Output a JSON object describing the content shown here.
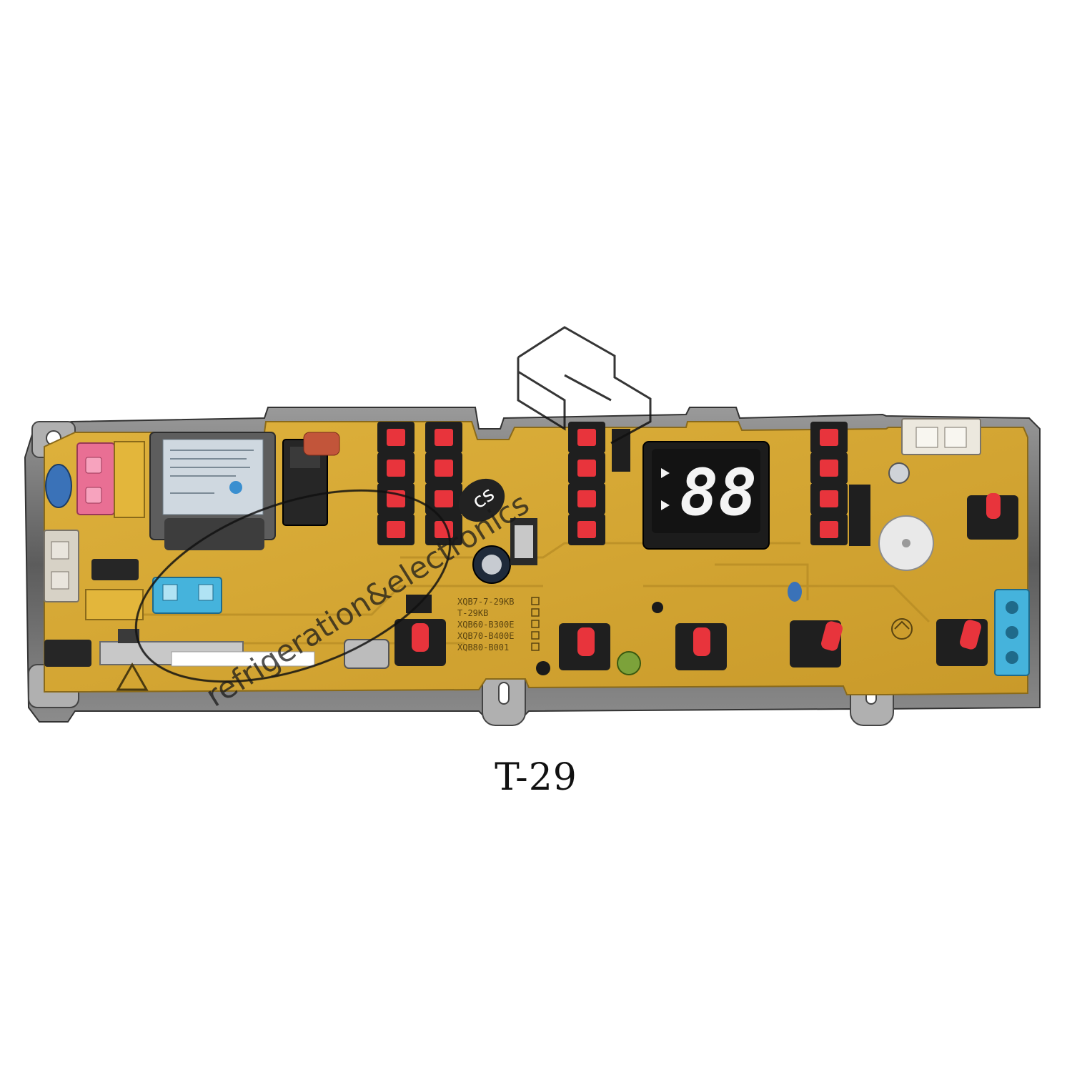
{
  "product_label": "T-29",
  "display": {
    "digits": "88"
  },
  "board": {
    "color": "#d6a832",
    "frame_color": "#6e6e6e",
    "model_checklist": [
      "XQB7-7-29KB",
      "T-29KB",
      "XQB60-B300E",
      "XQB70-B400E",
      "XQB80-B001"
    ]
  },
  "watermark": {
    "text": "refrigeration&electronics",
    "circle_text": "cs"
  },
  "colors": {
    "button_cap": "#e8343c",
    "display_segment": "#f4f4f4",
    "display_body": "#1c1c1c",
    "blue_connector": "#45b3dc",
    "pink_connector": "#e96f94"
  }
}
